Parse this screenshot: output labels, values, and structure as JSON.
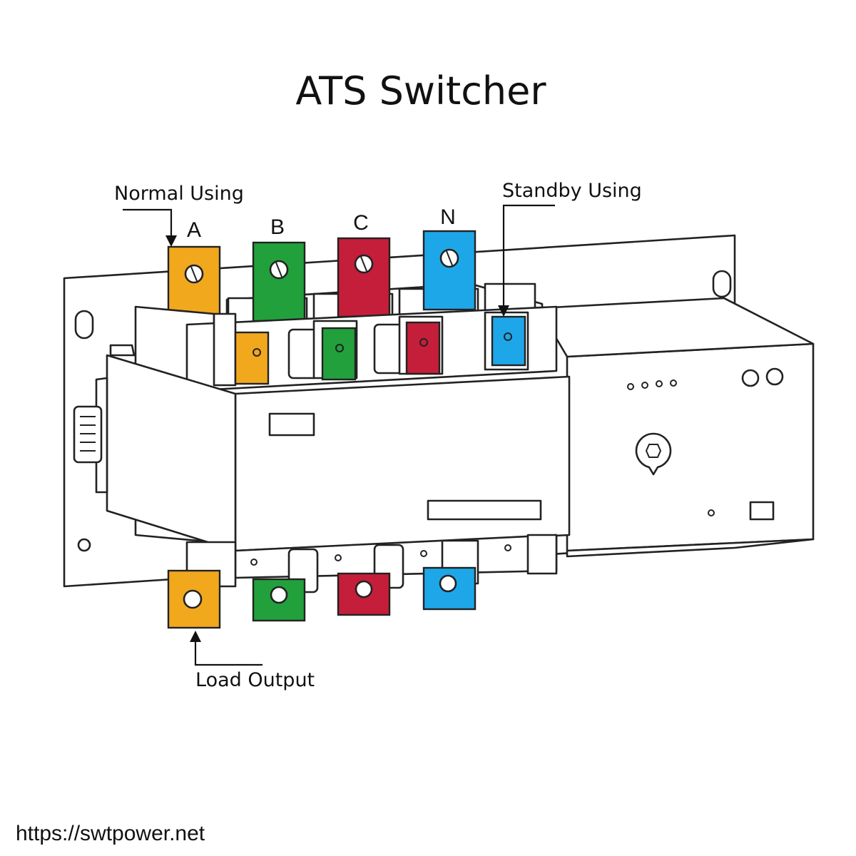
{
  "title": "ATS Switcher",
  "callouts": {
    "normal": "Normal Using",
    "standby": "Standby Using",
    "load": "Load Output"
  },
  "phases": [
    {
      "label": "A",
      "color": "#F2A81D"
    },
    {
      "label": "B",
      "color": "#22A03C"
    },
    {
      "label": "C",
      "color": "#C41E3A"
    },
    {
      "label": "N",
      "color": "#1EA7E8"
    }
  ],
  "footer_url": "https://swtpower.net"
}
